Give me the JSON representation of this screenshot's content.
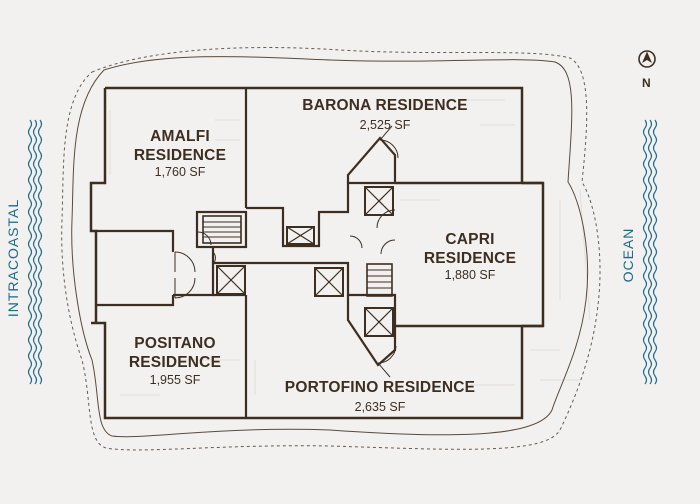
{
  "compass": {
    "label": "N",
    "icon": "north-arrow-icon"
  },
  "water": {
    "west_label": "INTRACOASTAL",
    "east_label": "OCEAN",
    "color": "#1d6a86",
    "icon": "water-waves-icon"
  },
  "residences": {
    "amalfi": {
      "name_line1": "AMALFI",
      "name_line2": "RESIDENCE",
      "area": "1,760 SF"
    },
    "barona": {
      "name": "BARONA RESIDENCE",
      "area": "2,525 SF"
    },
    "capri": {
      "name_line1": "CAPRI",
      "name_line2": "RESIDENCE",
      "area": "1,880 SF"
    },
    "positano": {
      "name_line1": "POSITANO",
      "name_line2": "RESIDENCE",
      "area": "1,955 SF"
    },
    "portofino": {
      "name": "PORTOFINO RESIDENCE",
      "area": "2,635 SF"
    }
  },
  "colors": {
    "wall": "#3d2e22",
    "background": "#f2f1ef",
    "water": "#1d6a86"
  }
}
